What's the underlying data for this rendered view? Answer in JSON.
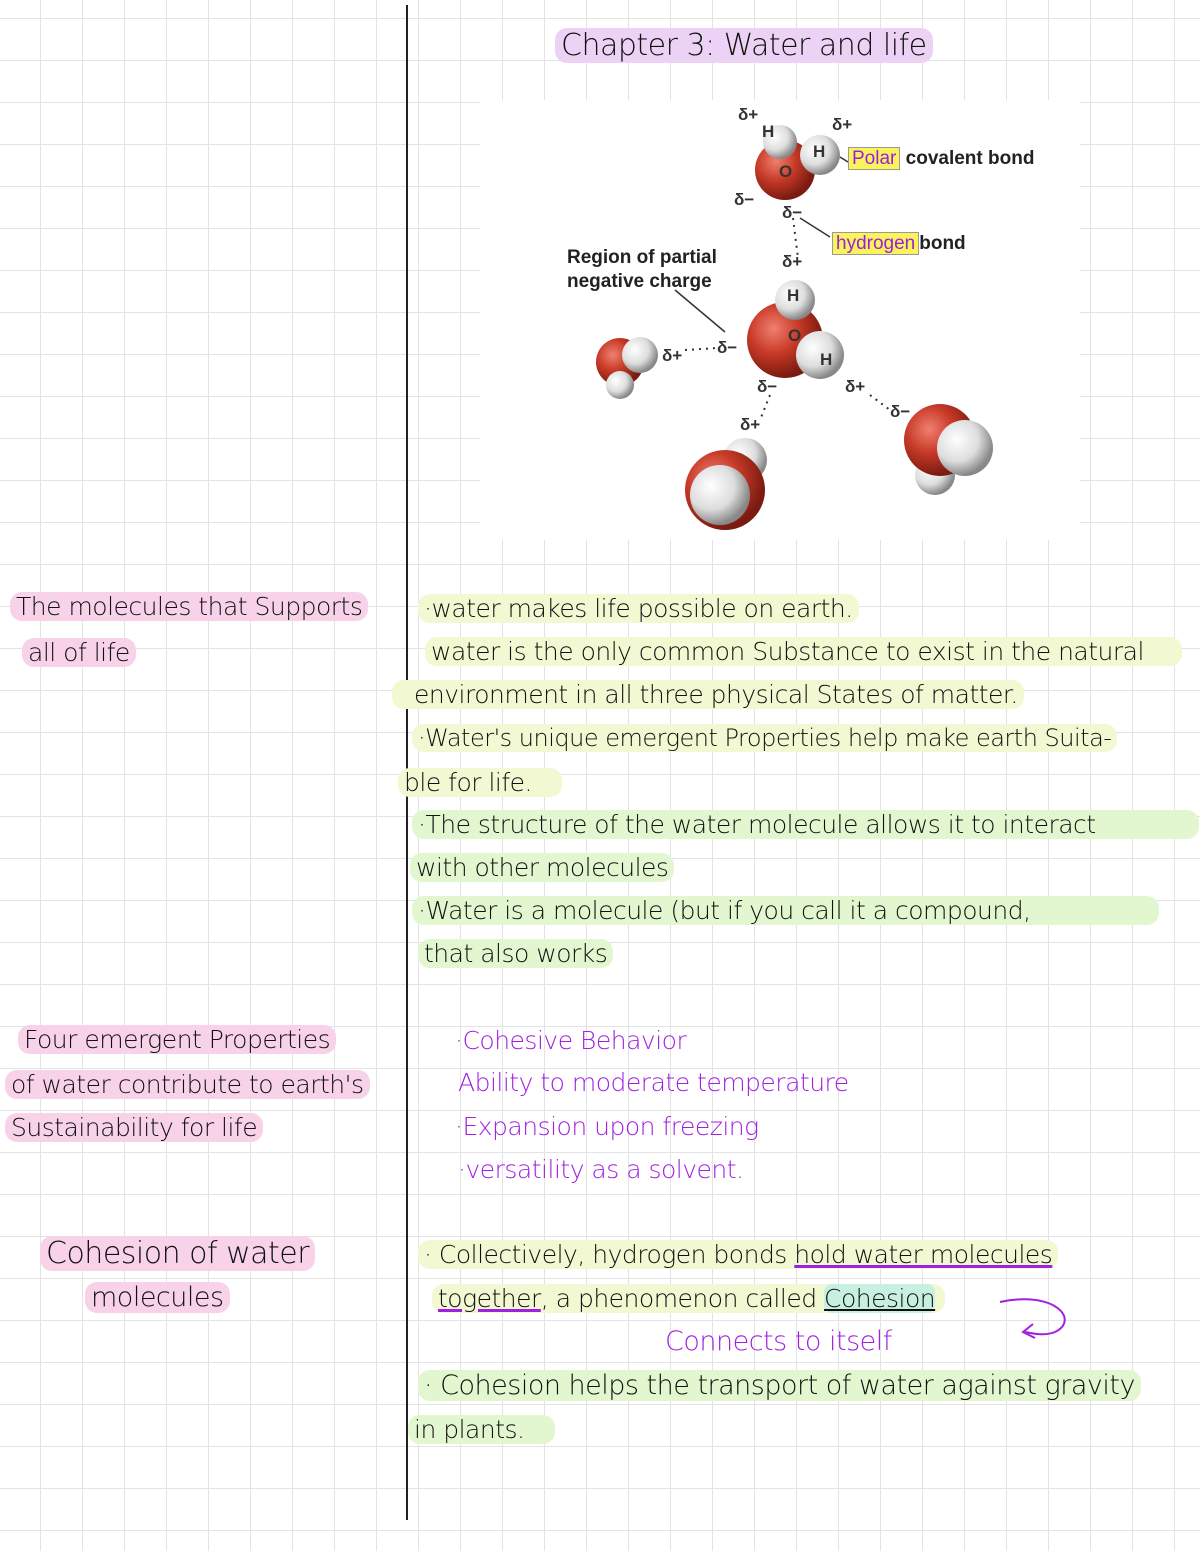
{
  "title": "Chapter 3: Water and life",
  "figure": {
    "polar": "Polar",
    "covalent": "covalent bond",
    "hydrogen": "hydrogen",
    "bond": "bond",
    "region": [
      "Region of partial",
      "negative charge"
    ],
    "dplus": "δ+",
    "dminus": "δ−",
    "h": "H",
    "o": "O"
  },
  "sections": [
    {
      "heading": [
        "The molecules that Supports",
        "all of life"
      ],
      "notes": [
        "·water makes life possible on earth.",
        "water is the only common Substance to exist in the natural",
        "environment in all three physical States of matter.",
        "·Water's unique emergent Properties help make earth Suita-",
        "ble for life.",
        "·The structure of the water molecule allows it to interact",
        "with other molecules",
        "·Water is a molecule (but if you call it a compound,",
        "that also works"
      ]
    },
    {
      "heading": [
        "Four emergent Properties",
        "of water contribute to earth's",
        "Sustainability for life"
      ],
      "notes": [
        "·Cohesive Behavior",
        "Ability to moderate temperature",
        "·Expansion upon freezing",
        "·versatility as a solvent."
      ]
    },
    {
      "heading": [
        "Cohesion of water",
        "molecules"
      ],
      "notes": [
        "· Collectively, hydrogen bonds",
        "hold water molecules",
        "together",
        ", a phenomenon called",
        "Cohesion",
        "Connects to itself",
        "· Cohesion helps the transport of water against gravity",
        "in plants."
      ]
    }
  ]
}
